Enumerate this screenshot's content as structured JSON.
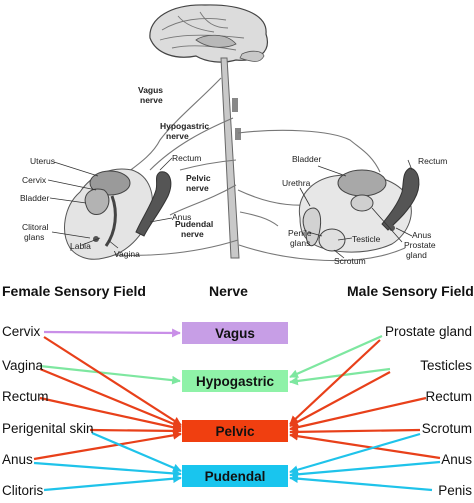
{
  "anatomy": {
    "labels": {
      "vagus": [
        "Vagus",
        "nerve"
      ],
      "hypogastric": [
        "Hypogastric",
        "nerve"
      ],
      "pelvic": [
        "Pelvic",
        "nerve"
      ],
      "pudendal": [
        "Pudendal",
        "nerve"
      ],
      "uterus": "Uterus",
      "cervix": "Cervix",
      "bladder_f": "Bladder",
      "clitoral": [
        "Clitoral",
        "glans"
      ],
      "labia": "Labia",
      "vagina": "Vagina",
      "rectum_f": "Rectum",
      "anus_f": "Anus",
      "urethra": "Urethra",
      "penile": [
        "Penile",
        "glans"
      ],
      "bladder_m": "Bladder",
      "rectum_m": "Rectum",
      "testicle": "Testicle",
      "scrotum": "Scrotum",
      "anus_m": "Anus",
      "prostate": [
        "Prostate",
        "gland"
      ]
    }
  },
  "headers": {
    "female": "Female Sensory Field",
    "nerve": "Nerve",
    "male": "Male Sensory Field"
  },
  "female_fields": [
    "Cervix",
    "Vagina",
    "Rectum",
    "Perigenital skin",
    "Anus",
    "Clitoris"
  ],
  "male_fields": [
    "Prostate gland",
    "Testicles",
    "Rectum",
    "Scrotum",
    "Anus",
    "Penis"
  ],
  "nerves": {
    "vagus": "Vagus",
    "hypogastric": "Hypogastric",
    "pelvic": "Pelvic",
    "pudendal": "Pudendal"
  },
  "colors": {
    "vagus": "#c79ee6",
    "hypogastric": "#8ff2a8",
    "pelvic": "#f03f10",
    "pudendal": "#19c5ee",
    "arrow_vagus": "#c98fe8",
    "arrow_hypogastric": "#7ee7a0",
    "arrow_pelvic": "#e8401a",
    "arrow_pudendal": "#1fc3ea"
  }
}
